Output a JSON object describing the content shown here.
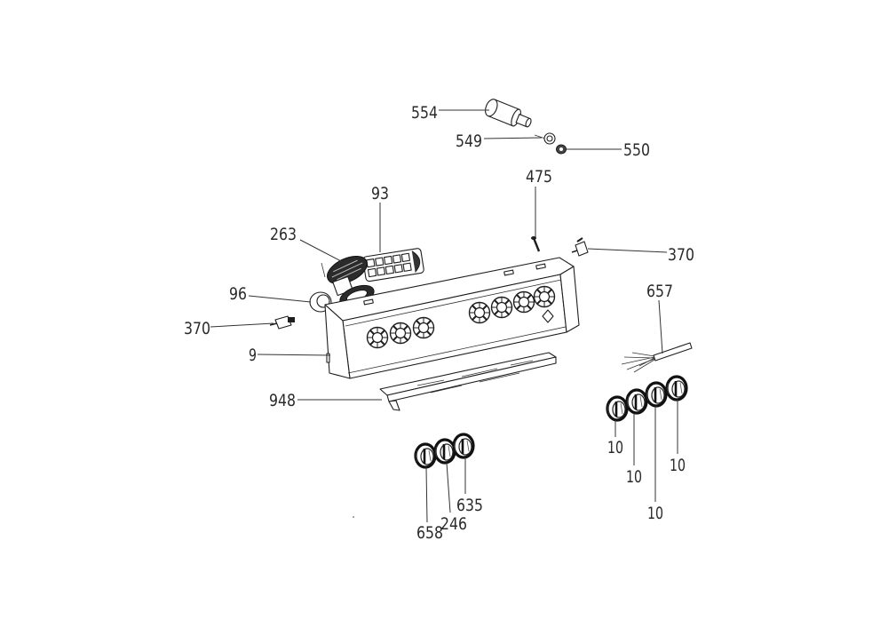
{
  "callouts": [
    "554",
    "549",
    "550",
    "475",
    "93",
    "263",
    "370",
    "657",
    "96",
    "370",
    "9",
    "948",
    "10",
    "10",
    "10",
    "10",
    "635",
    "246",
    "658"
  ]
}
